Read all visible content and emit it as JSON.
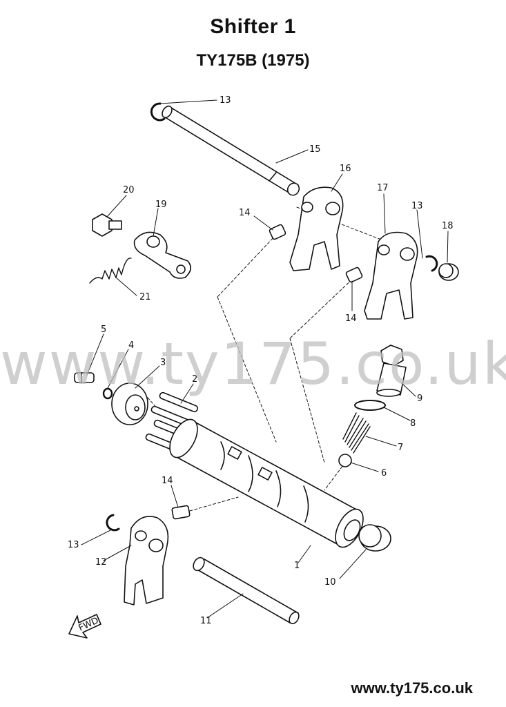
{
  "header": {
    "title": "Shifter 1",
    "subtitle": "TY175B (1975)"
  },
  "watermark": "www.ty175.co.uk",
  "footer": {
    "url": "www.ty175.co.uk"
  },
  "fwd_label": "FWD",
  "callouts": [
    "13",
    "15",
    "16",
    "20",
    "19",
    "14",
    "17",
    "13",
    "18",
    "21",
    "14",
    "5",
    "4",
    "3",
    "2",
    "9",
    "8",
    "7",
    "6",
    "14",
    "13",
    "12",
    "1",
    "10",
    "11"
  ],
  "colors": {
    "ink": "#111111",
    "watermark": "#bfbfbf",
    "background": "#ffffff"
  }
}
